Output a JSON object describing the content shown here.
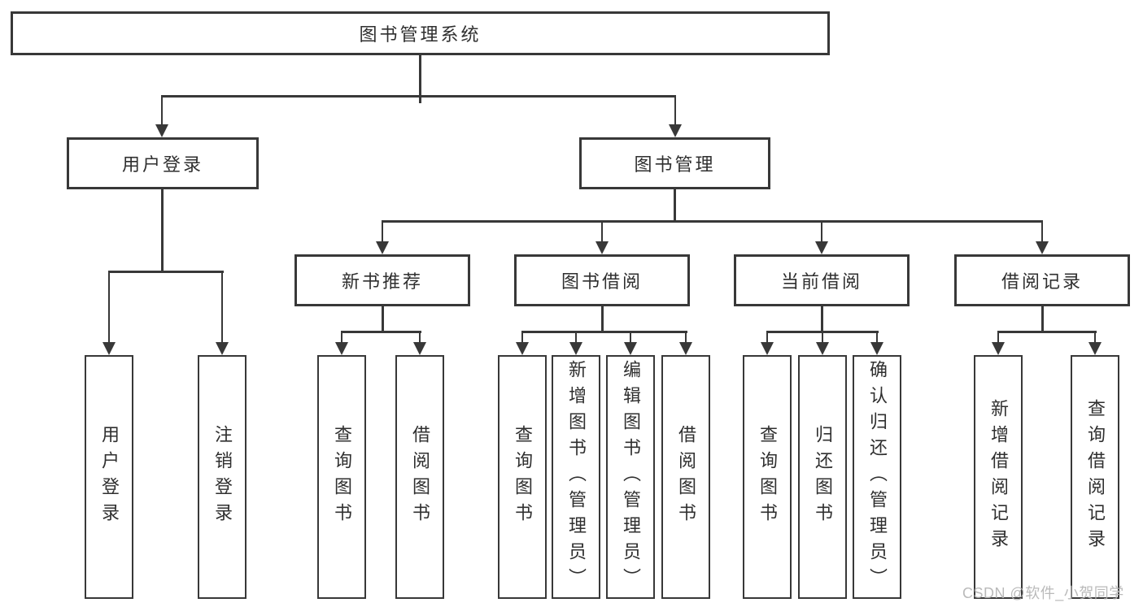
{
  "diagram": {
    "root": "图书管理系统",
    "level2": {
      "user_login": "用户登录",
      "book_management": "图书管理"
    },
    "level3": {
      "new_book_recommend": "新书推荐",
      "book_borrowing": "图书借阅",
      "current_borrowing": "当前借阅",
      "borrowing_records": "借阅记录"
    },
    "leaves": {
      "user_login": "用户登录",
      "logout": "注销登录",
      "query_books_recommend": "查询图书",
      "borrow_books_recommend": "借阅图书",
      "query_books_borrowing": "查询图书",
      "add_books_admin": "新增图书（管理员）",
      "edit_books_admin": "编辑图书（管理员）",
      "borrow_books_borrowing": "借阅图书",
      "query_books_current": "查询图书",
      "return_books": "归还图书",
      "confirm_return_admin": "确认归还（管理员）",
      "add_borrow_record": "新增借阅记录",
      "query_borrow_record": "查询借阅记录"
    }
  },
  "watermark": "CSDN @软件_小贺同学",
  "colors": {
    "line": "#383838",
    "text": "#2f2f2f",
    "background": "#ffffff",
    "watermark": "#b3b3b3"
  }
}
